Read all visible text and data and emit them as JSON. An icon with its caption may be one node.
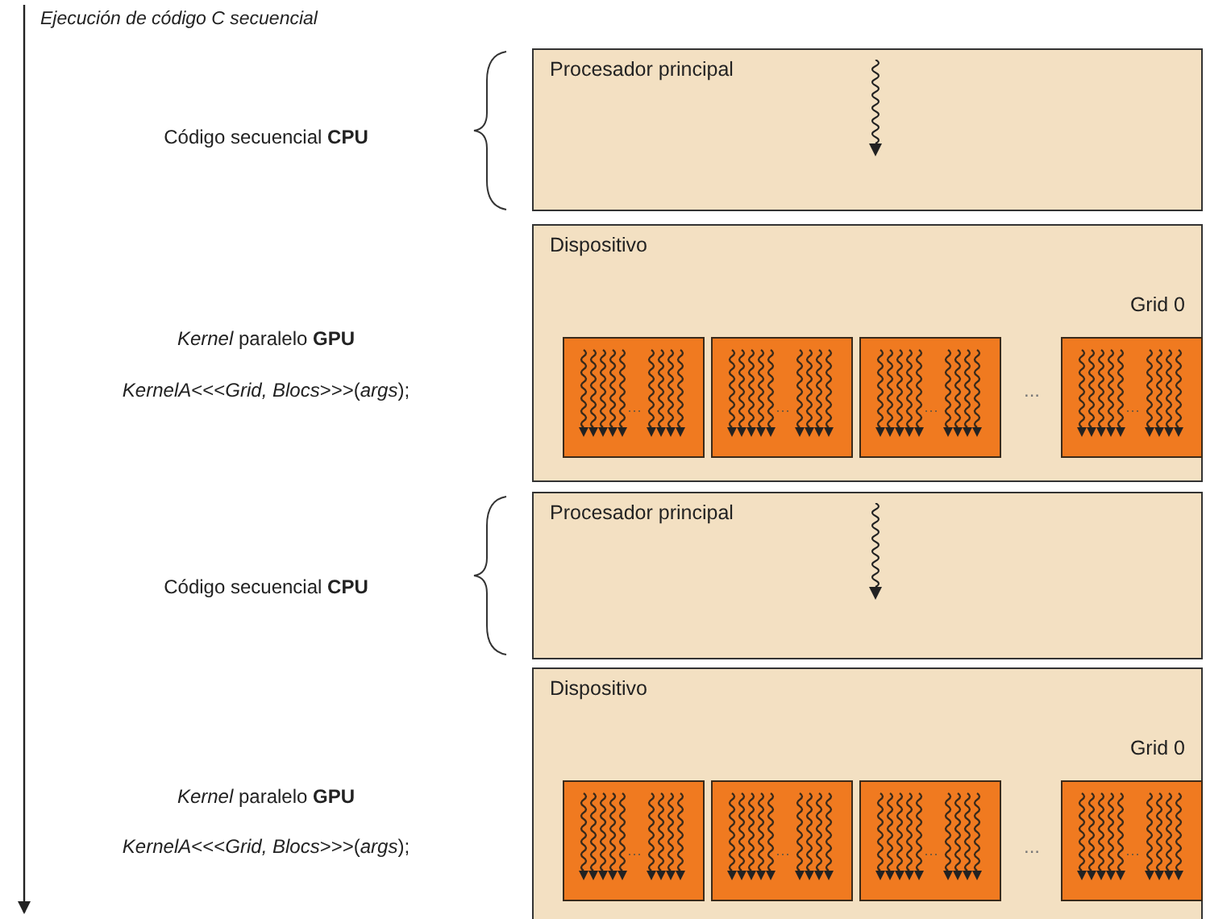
{
  "diagram": {
    "nodes": [
      {
        "text": [
          "Procesador principal"
        ]
      },
      {
        "text": [
          "Dispositivo",
          "Grid 0"
        ]
      },
      {
        "text": [],
        "shape": "box",
        "in": 1
      },
      {
        "text": [],
        "shape": "box",
        "in": 1
      },
      {
        "text": [],
        "shape": "box",
        "in": 1
      },
      {
        "text": [],
        "shape": "box",
        "in": 1
      },
      {
        "text": [
          "Procesador principal"
        ]
      },
      {
        "text": [
          "Dispositivo",
          "Grid 0"
        ]
      },
      {
        "text": [],
        "shape": "box",
        "in": 7
      },
      {
        "text": [],
        "shape": "box",
        "in": 7
      },
      {
        "text": [],
        "shape": "box",
        "in": 7
      },
      {
        "text": [],
        "shape": "box",
        "in": 7
      }
    ],
    "edges": [],
    "labels": [
      "Ejecución de código  C secuencial",
      "Código secuencial **CPU**",
      "*Kernel* paralelo **GPU**",
      "*KernelA*<<<*Grid, Blocs*>>>(*args*);",
      "...",
      "Código secuencial **CPU**",
      "*Kernel* paralelo **GPU**",
      "*KernelA*<<<*Grid, Blocs*>>>(*args*);",
      "..."
    ]
  }
}
